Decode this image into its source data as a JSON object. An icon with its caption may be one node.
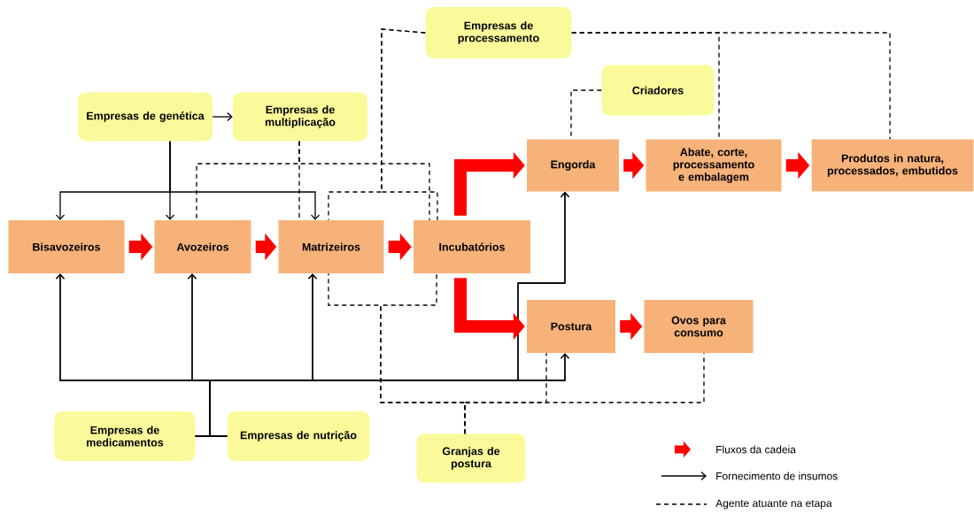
{
  "diagram": {
    "nodes": [
      {
        "text": [
          "Empresas de genética"
        ]
      },
      {
        "text": [
          "Empresas de multiplicação"
        ]
      },
      {
        "text": [
          "Empresas de processamento"
        ]
      },
      {
        "text": [
          "Criadores"
        ]
      },
      {
        "text": [
          "Bisavozeiros"
        ]
      },
      {
        "text": [
          "Avozeiros"
        ]
      },
      {
        "text": [
          "Matrizeiros"
        ]
      },
      {
        "text": [
          "Incubatórios"
        ]
      },
      {
        "text": [
          "Engorda"
        ]
      },
      {
        "text": [
          "Abate, corte, processamento e embalagem"
        ]
      },
      {
        "text": [
          "Produtos in natura, processados, embutidos"
        ]
      },
      {
        "text": [
          "Postura"
        ]
      },
      {
        "text": [
          "Ovos para consumo"
        ]
      },
      {
        "text": [
          "Empresas de medicamentos"
        ]
      },
      {
        "text": [
          "Empresas de nutrição"
        ]
      },
      {
        "text": [
          "Granjas de postura"
        ]
      }
    ],
    "edges": [
      {
        "from": 0,
        "to": 1,
        "arrow": "to"
      },
      {
        "from": 0,
        "to": 4,
        "arrow": "to"
      },
      {
        "from": 0,
        "to": 5,
        "arrow": "to"
      },
      {
        "from": 0,
        "to": 6,
        "arrow": "to"
      },
      {
        "from": 13,
        "to": 4,
        "arrow": "to"
      },
      {
        "from": 13,
        "to": 5,
        "arrow": "to"
      },
      {
        "from": 13,
        "to": 6,
        "arrow": "to"
      },
      {
        "from": 13,
        "to": 8,
        "arrow": "to"
      },
      {
        "from": 13,
        "to": 11,
        "arrow": "to"
      },
      {
        "from": 14,
        "to": 4,
        "arrow": "to"
      },
      {
        "from": 14,
        "to": 5,
        "arrow": "to"
      },
      {
        "from": 14,
        "to": 6,
        "arrow": "to"
      },
      {
        "from": 14,
        "to": 8,
        "arrow": "to"
      },
      {
        "from": 14,
        "to": 11,
        "arrow": "to"
      },
      {
        "from": 4,
        "to": 5,
        "arrow": "to",
        "style": "thick",
        "color": "#ff0000"
      },
      {
        "from": 5,
        "to": 6,
        "arrow": "to",
        "style": "thick",
        "color": "#ff0000"
      },
      {
        "from": 6,
        "to": 7,
        "arrow": "to",
        "style": "thick",
        "color": "#ff0000"
      },
      {
        "from": 7,
        "to": 8,
        "arrow": "to",
        "style": "thick",
        "color": "#ff0000"
      },
      {
        "from": 7,
        "to": 11,
        "arrow": "to",
        "style": "thick",
        "color": "#ff0000"
      },
      {
        "from": 8,
        "to": 9,
        "arrow": "to",
        "style": "thick",
        "color": "#ff0000"
      },
      {
        "from": 9,
        "to": 10,
        "arrow": "to",
        "style": "thick",
        "color": "#ff0000"
      },
      {
        "from": 11,
        "to": 12,
        "arrow": "to",
        "style": "thick",
        "color": "#ff0000"
      },
      {
        "from": 1,
        "to": 5,
        "arrow": "none",
        "style": "dashed"
      },
      {
        "from": 1,
        "to": 6,
        "arrow": "none",
        "style": "dashed"
      },
      {
        "from": 1,
        "to": 7,
        "arrow": "none",
        "style": "dashed"
      },
      {
        "from": 2,
        "to": 6,
        "arrow": "none",
        "style": "dashed"
      },
      {
        "from": 2,
        "to": 7,
        "arrow": "none",
        "style": "dashed"
      },
      {
        "from": 2,
        "to": 9,
        "arrow": "none",
        "style": "dashed"
      },
      {
        "from": 2,
        "to": 10,
        "arrow": "none",
        "style": "dashed"
      },
      {
        "from": 3,
        "to": 8,
        "arrow": "none",
        "style": "dashed"
      },
      {
        "from": 15,
        "to": 6,
        "arrow": "none",
        "style": "dashed"
      },
      {
        "from": 15,
        "to": 7,
        "arrow": "none",
        "style": "dashed"
      },
      {
        "from": 15,
        "to": 11,
        "arrow": "none",
        "style": "dashed"
      },
      {
        "from": 15,
        "to": 12,
        "arrow": "none",
        "style": "dashed"
      }
    ],
    "legend": [
      {
        "text": "Fluxos da cadeia",
        "color": "#ff0000"
      },
      {
        "text": "Fornecimento de insumos"
      },
      {
        "text": "Agente atuante na etapa"
      }
    ]
  }
}
